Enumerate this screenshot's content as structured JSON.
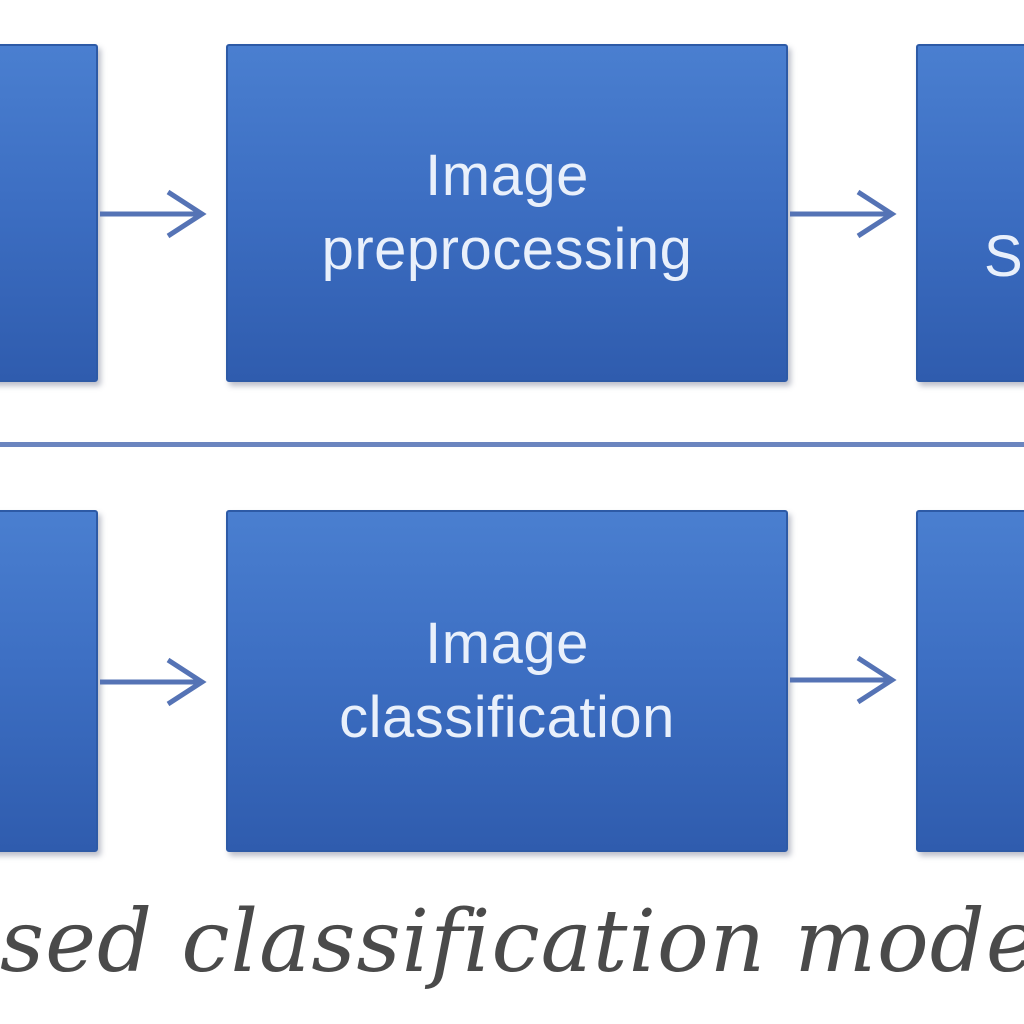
{
  "diagram": {
    "row1": {
      "box_center_label": "Image\npreprocessing",
      "box_right_partial_label": "S"
    },
    "row2": {
      "box_center_label": "Image\nclassification",
      "box_right_partial_label": ""
    },
    "caption": "sed classification  model genera"
  },
  "colors": {
    "box_fill": "#3d6fc3",
    "box_border": "#2d5aa6",
    "box_text": "#e9f0fb",
    "arrow": "#5573b5",
    "divider": "#6b85bf",
    "caption_text": "#4a4a4a"
  }
}
